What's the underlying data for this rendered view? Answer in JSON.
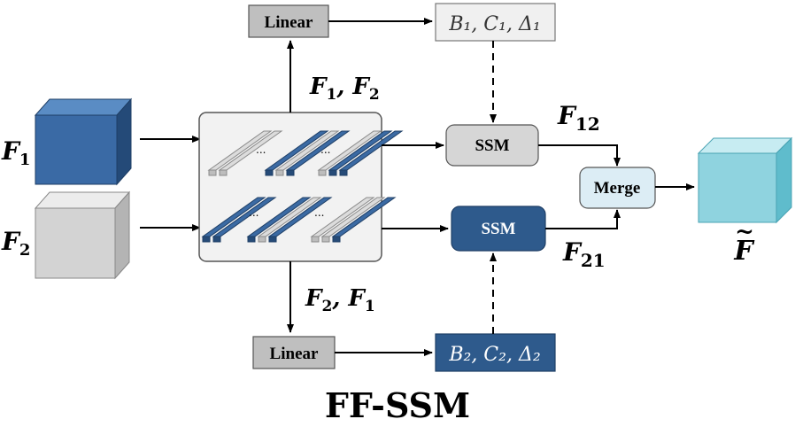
{
  "inputs": {
    "f1": {
      "symbol": "F",
      "subscript": "1"
    },
    "f2": {
      "symbol": "F",
      "subscript": "2"
    }
  },
  "linear_top": {
    "label": "Linear"
  },
  "linear_bottom": {
    "label": "Linear"
  },
  "params_top": {
    "text": "B₁, C₁, Δ₁"
  },
  "params_bottom": {
    "text": "B₂, C₂, Δ₂"
  },
  "order_top": {
    "a": "F",
    "a_sub": "1",
    "sep": ", ",
    "b": "F",
    "b_sub": "2"
  },
  "order_bottom": {
    "a": "F",
    "a_sub": "2",
    "sep": ", ",
    "b": "F",
    "b_sub": "1"
  },
  "ssm_top": {
    "label": "SSM"
  },
  "ssm_bottom": {
    "label": "SSM"
  },
  "merge": {
    "label": "Merge"
  },
  "out_top": {
    "symbol": "F",
    "subscript": "12"
  },
  "out_bottom": {
    "symbol": "F",
    "subscript": "21"
  },
  "result": {
    "symbol": "F",
    "accent": "~"
  },
  "caption": {
    "text": "FF-SSM"
  },
  "ellipsis": "...",
  "colors": {
    "dark_blue": "#2e5a8c",
    "mid_blue": "#3b6aa3",
    "light_gray": "#d6d6d6",
    "box_gray": "#bfbfbf",
    "cyan": "#8fd3df",
    "merge_fill": "#dcedf5",
    "panel": "#f2f2f2"
  }
}
